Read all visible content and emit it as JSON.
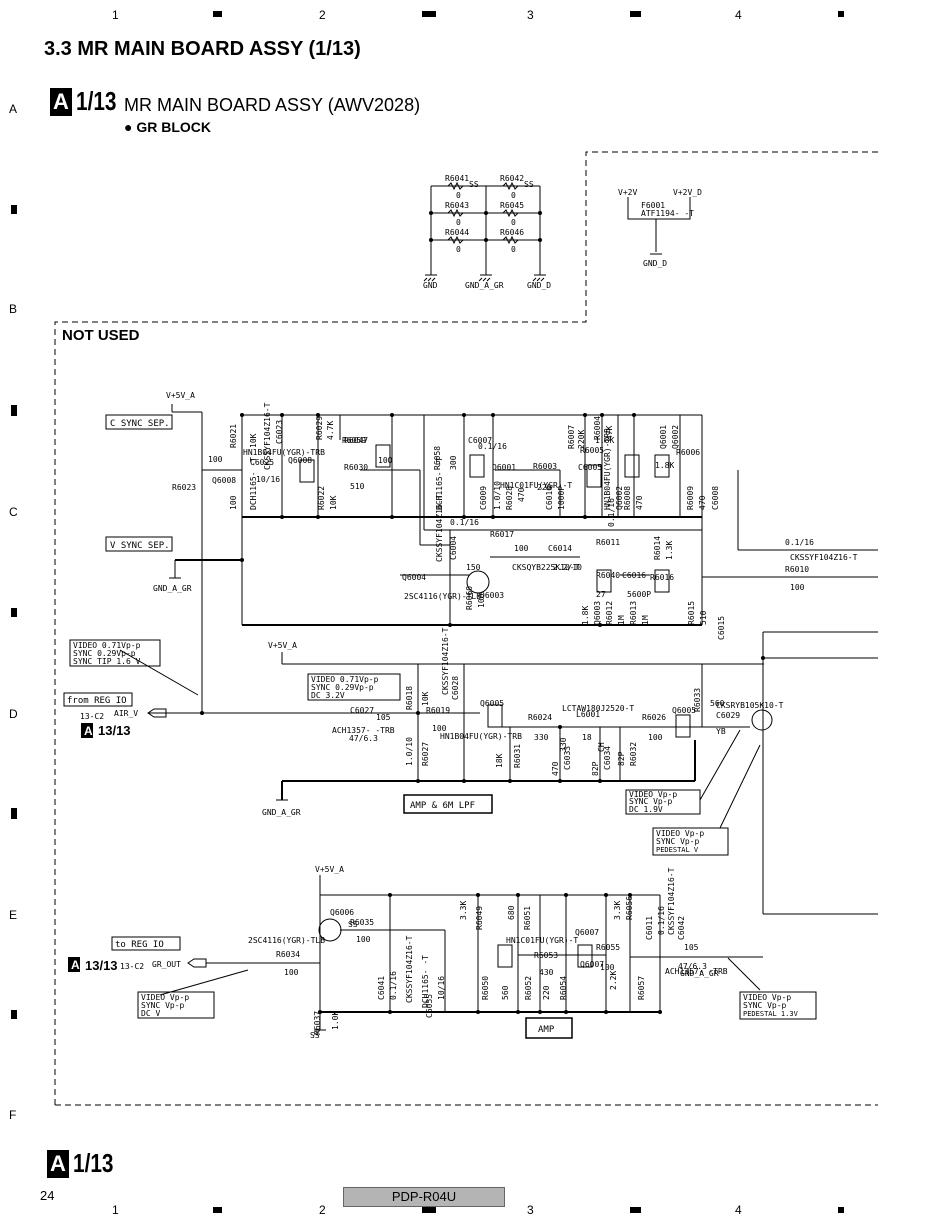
{
  "page": {
    "section_title": "3.3  MR MAIN BOARD ASSY (1/13)",
    "page_number": "24",
    "model": "PDP-R04U"
  },
  "ruler": {
    "cols": [
      "1",
      "2",
      "3",
      "4"
    ],
    "rows": [
      "A",
      "B",
      "C",
      "D",
      "E",
      "F"
    ]
  },
  "header": {
    "badge": "A",
    "sheet": "1/13",
    "title": "MR MAIN BOARD ASSY (AWV2028)",
    "block": "GR BLOCK"
  },
  "footer": {
    "badge": "A",
    "sheet": "1/13"
  },
  "not_used": "NOT USED",
  "gnd_block": {
    "resistors": [
      "R6041",
      "R6042",
      "R6043",
      "R6045",
      "R6044",
      "R6046"
    ],
    "value": "0",
    "ss": "SS",
    "grounds": [
      "GND",
      "GND_A_GR",
      "GND_D"
    ]
  },
  "fuse_block": {
    "v1": "V+2V",
    "v2": "V+2V_D",
    "fuse": "F6001",
    "part": "ATF1194- -T",
    "gnd": "GND_D"
  },
  "sync": {
    "c_sync": "C SYNC SEP.",
    "v_sync": "V SYNC SEP.",
    "v5a": "V+5V_A",
    "gnd": "GND_A_GR",
    "labels": [
      "R6021",
      "10K",
      "CKSSYF104Z16-T",
      "C6023",
      "R6029",
      "4.7K",
      "HN1B04FU(YGR)-TRB",
      "Q6008",
      "R6047",
      "100",
      "R6059",
      "100",
      "Q6008",
      "C6025",
      "10/16",
      "R6023",
      "100",
      "DCH1165- -T",
      "R6022",
      "10K",
      "R6030",
      "510",
      "R6058",
      "300",
      "C6007",
      "0.1/16",
      "Q6001",
      "HN1C01FU(YGR)-T",
      "R6003",
      "220",
      "C6009",
      "1.0/10",
      "R6028",
      "470",
      "C6010",
      "1000P",
      "R6007",
      "220K",
      "R6004",
      "47K",
      "R6005",
      "1.8K",
      "Q6001",
      "Q6002",
      "R6006",
      "1.8K",
      "HN1B04FU(YGR)-TRB",
      "Q6002",
      "R6008",
      "470",
      "R6009",
      "470",
      "C6008",
      "0.1/16",
      "CKSSYF104Z16-T",
      "R6010",
      "100",
      "R6017",
      "100",
      "CKSQYB225K10-T",
      "C6014",
      "2.2/10",
      "R6011",
      "150",
      "Q6003",
      "Q6004",
      "2SC4116(YGR)-TLB",
      "R6060",
      "100",
      "R6040",
      "27",
      "C6016",
      "5600P",
      "R6014",
      "1.3K",
      "R6016",
      "1.8K",
      "Q6003",
      "R6012",
      "1M",
      "R6013",
      "1M",
      "R6015",
      "510",
      "C6015",
      "0.1/16",
      "CKSSYF104Z16-T",
      "DCH1165- -T",
      "C6004",
      "0.1/16",
      "C6005",
      "C6006",
      "YB"
    ]
  },
  "video_in_note": {
    "l1": "VIDEO    0.71Vp-p",
    "l2": "SYNC     0.29Vp-p",
    "l3": "SYNC TIP  1.6 V"
  },
  "from_reg": {
    "label": "from REG IO",
    "ref": "13-C2",
    "sig": "AIR_V",
    "sheet": "13/13",
    "badge": "A"
  },
  "amp_block": {
    "v5a": "V+5V_A",
    "note": {
      "l1": "VIDEO  0.71Vp-p",
      "l2": "SYNC   0.29Vp-p",
      "l3": "DC       3.2V"
    },
    "labels": [
      "C6027",
      "105",
      "ACH1357- -TRB",
      "47/6.3",
      "R6018",
      "10K",
      "CKSSYF104Z16-T",
      "C6028",
      "R6019",
      "100",
      "Q6005",
      "HN1B04FU(YGR)-TRB",
      "R6024",
      "330",
      "LCTAW180J2520-T",
      "L6001",
      "18",
      "R6026",
      "100",
      "Q6005",
      "R6033",
      "560",
      "CKSRYB105K10-T",
      "C6029",
      "YB",
      "1.0/10",
      "R6027",
      "18K",
      "R6031",
      "470",
      "C6033",
      "82P",
      "C6034",
      "82P",
      "R6032",
      "330",
      "CH",
      "CH"
    ],
    "title": "AMP & 6M LPF",
    "gnd": "GND_A_GR",
    "note_out": {
      "l1": "VIDEO       Vp-p",
      "l2": "SYNC        Vp-p",
      "l3": "DC        1.9V"
    },
    "note_ped": {
      "l1": "VIDEO        Vp-p",
      "l2": "SYNC         Vp-p",
      "l3": "PEDESTAL      V"
    }
  },
  "out_block": {
    "v5a": "V+5V_A",
    "to_reg": "to REG IO",
    "sig": "GR_OUT",
    "ref": "13-C2",
    "sheet": "13/13",
    "badge": "A",
    "note": {
      "l1": "VIDEO      Vp-p",
      "l2": "SYNC       Vp-p",
      "l3": "DC          V"
    },
    "labels": [
      "Q6006",
      "R6035",
      "100",
      "2SC4116(YGR)-TLB",
      "R6034",
      "100",
      "R6037",
      "1.0K",
      "C6041",
      "0.1/16",
      "CKSSYF104Z16-T",
      "DCH1165- -T",
      "C6055",
      "10/16",
      "3.3K",
      "R6049",
      "R6050",
      "560",
      "680",
      "R6051",
      "Q6007",
      "HN1C01FU(YGR)-T",
      "R6053",
      "430",
      "R6052",
      "220",
      "R6054",
      "Q6007",
      "R6055",
      "100",
      "2.2K",
      "3.3K",
      "R6056",
      "R6057",
      "C6011",
      "0.1/16",
      "CKSSYF104Z16-T",
      "C6042",
      "105",
      "ACH1357- -TRB",
      "47/6.3",
      "GND_A_GR",
      "SS",
      "SS"
    ],
    "title": "AMP",
    "note_ped": {
      "l1": "VIDEO        Vp-p",
      "l2": "SYNC         Vp-p",
      "l3": "PEDESTAL   1.3V"
    }
  }
}
